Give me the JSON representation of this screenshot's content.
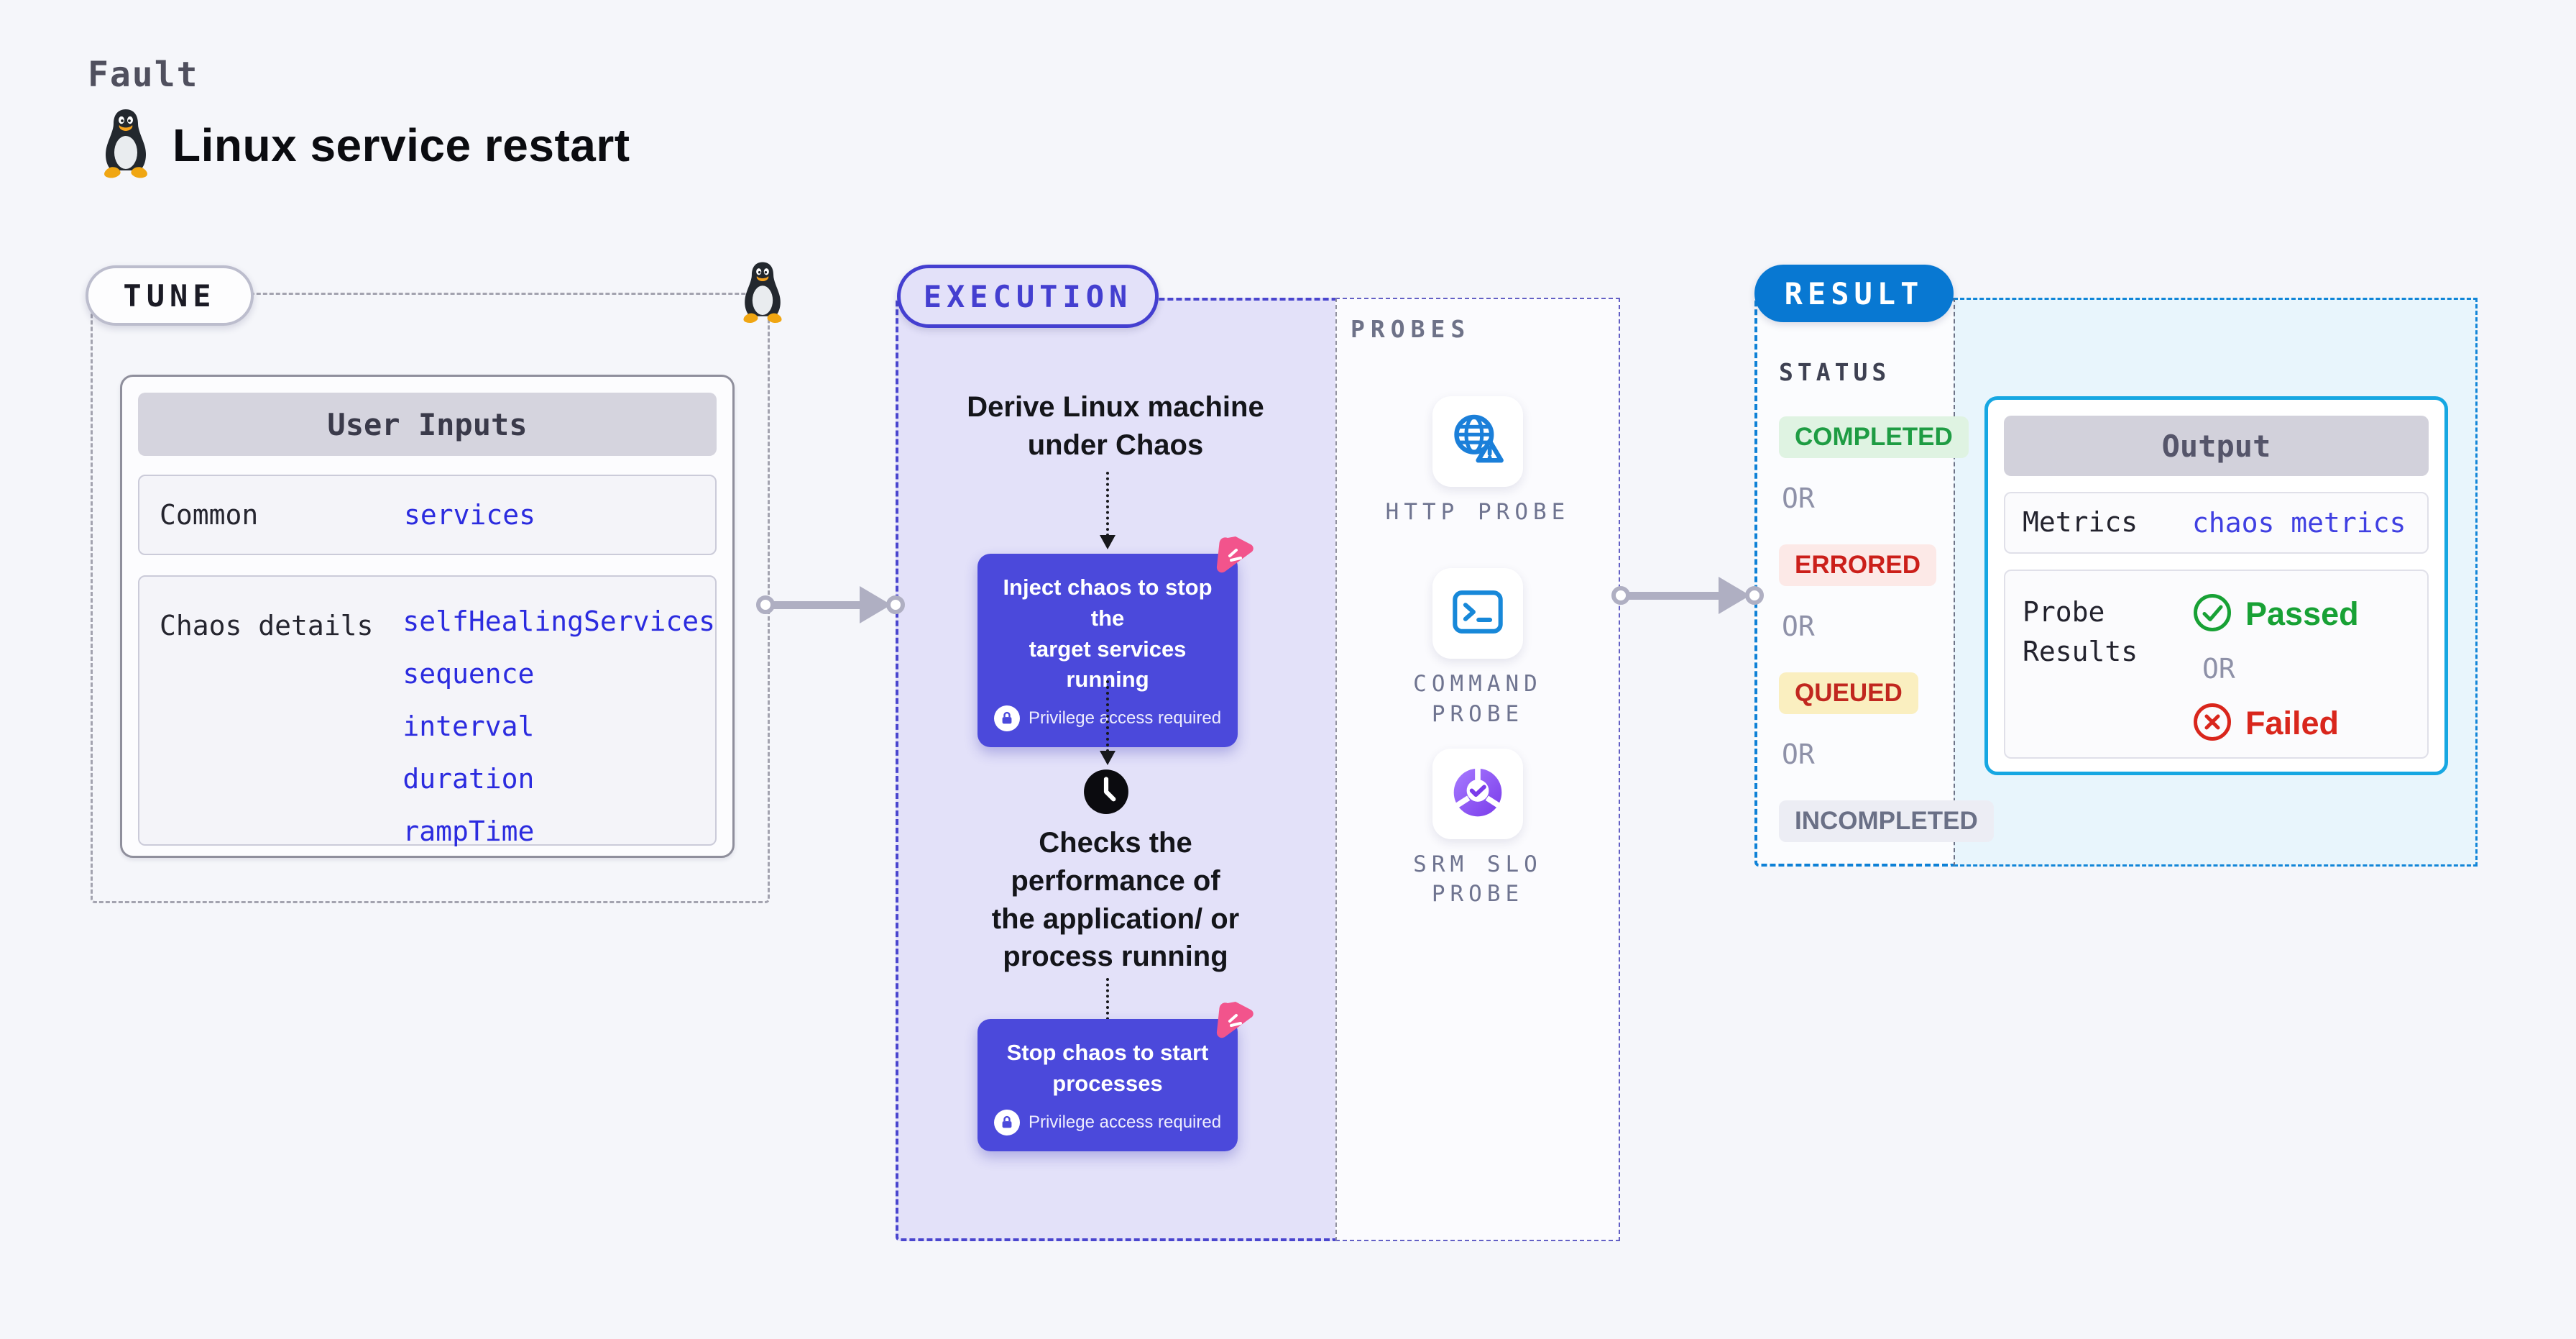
{
  "colors": {
    "accent_indigo": "#4B49DB",
    "accent_blue": "#0878D2",
    "accent_cyan": "#16A7E2",
    "accent_pink": "#F2548C",
    "success_green": "#18A135",
    "error_red": "#D9261C",
    "lavender_panel": "#E3E1F9",
    "cyan_panel": "#E8F5FC"
  },
  "header": {
    "kicker": "Fault",
    "title": "Linux service restart",
    "icon": "tux-penguin-icon"
  },
  "tune": {
    "badge": "TUNE",
    "corner_icon": "tux-penguin-icon",
    "table": {
      "header": "User Inputs",
      "rows": [
        {
          "label": "Common",
          "values": [
            "services"
          ]
        },
        {
          "label": "Chaos details",
          "values": [
            "selfHealingServices",
            "sequence",
            "interval",
            "duration",
            "rampTime"
          ]
        }
      ]
    }
  },
  "execution": {
    "badge": "EXECUTION",
    "derive_text": "Derive Linux machine\nunder Chaos",
    "inject_step": {
      "title": "Inject chaos to stop the\ntarget services running",
      "note": "Privilege access required",
      "note_icon": "lock-icon",
      "corner_icon": "chaos-icon"
    },
    "check_icon": "clock-icon",
    "check_text": "Checks the\nperformance of\nthe application/ or\nprocess running",
    "stop_step": {
      "title": "Stop chaos to start\nprocesses",
      "note": "Privilege access required",
      "note_icon": "lock-icon",
      "corner_icon": "chaos-icon"
    }
  },
  "probes": {
    "label": "PROBES",
    "items": [
      {
        "name": "HTTP PROBE",
        "icon": "globe-alert-icon"
      },
      {
        "name": "COMMAND\nPROBE",
        "icon": "terminal-icon"
      },
      {
        "name": "SRM SLO\nPROBE",
        "icon": "slo-donut-icon"
      }
    ]
  },
  "result": {
    "badge": "RESULT",
    "status": {
      "label": "STATUS",
      "separator": "OR",
      "items": [
        {
          "text": "COMPLETED",
          "type": "success"
        },
        {
          "text": "ERRORED",
          "type": "error"
        },
        {
          "text": "QUEUED",
          "type": "warning"
        },
        {
          "text": "INCOMPLETED",
          "type": "muted"
        }
      ]
    },
    "output": {
      "header": "Output",
      "metrics_label": "Metrics",
      "metrics_value": "chaos metrics",
      "probe_results_label": "Probe Results",
      "passed": "Passed",
      "separator": "OR",
      "failed": "Failed",
      "passed_icon": "check-circle-icon",
      "failed_icon": "x-circle-icon"
    }
  }
}
